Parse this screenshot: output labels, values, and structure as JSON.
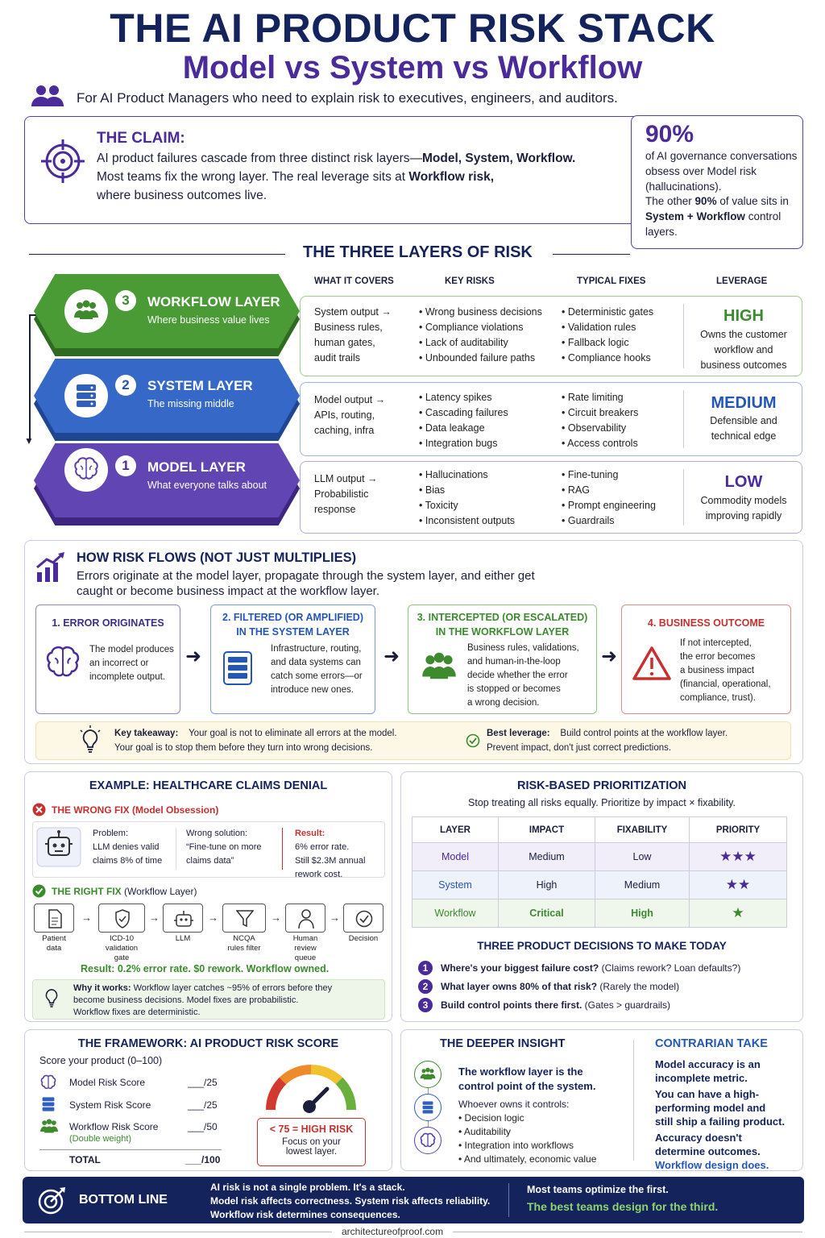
{
  "header": {
    "title": "THE AI PRODUCT RISK STACK",
    "subtitle": "Model vs System vs Workflow",
    "audience": "For AI Product Managers who need to explain risk to executives, engineers, and auditors."
  },
  "claim": {
    "label": "THE CLAIM:",
    "line1a": "AI product failures cascade from three distinct risk layers—",
    "line1b": "Model, System, Workflow.",
    "line2a": "Most teams fix the wrong layer. The real leverage sits at ",
    "line2b": "Workflow risk,",
    "line3": "where business outcomes live."
  },
  "stat": {
    "value": "90%",
    "text1": "of AI governance conversations obsess over Model risk (hallucinations).",
    "text2a": "The other ",
    "text2b": "90%",
    "text2c": " of value sits in ",
    "text2d": "System +",
    "text2e": "Workflow",
    "text2f": " control layers."
  },
  "layers_section": {
    "title": "THE THREE LAYERS OF RISK",
    "headers": [
      "WHAT IT COVERS",
      "KEY RISKS",
      "TYPICAL FIXES",
      "LEVERAGE"
    ]
  },
  "layers": [
    {
      "num": "3",
      "name": "WORKFLOW LAYER",
      "sub": "Where business value lives",
      "covers": [
        "System output →",
        "Business rules,",
        "human gates,",
        "audit trails"
      ],
      "risks": [
        "Wrong business decisions",
        "Compliance violations",
        "Lack of auditability",
        "Unbounded failure paths"
      ],
      "fixes": [
        "Deterministic gates",
        "Validation rules",
        "Fallback logic",
        "Compliance hooks"
      ],
      "leverage": "HIGH",
      "lev_text": [
        "Owns the customer",
        "workflow and",
        "business outcomes"
      ],
      "color": "#3f8a2f"
    },
    {
      "num": "2",
      "name": "SYSTEM LAYER",
      "sub": "The missing middle",
      "covers": [
        "Model output →",
        "APIs, routing,",
        "caching, infra"
      ],
      "risks": [
        "Latency spikes",
        "Cascading failures",
        "Data leakage",
        "Integration bugs"
      ],
      "fixes": [
        "Rate limiting",
        "Circuit breakers",
        "Observability",
        "Access controls"
      ],
      "leverage": "MEDIUM",
      "lev_text": [
        "Defensible and",
        "technical edge"
      ],
      "color": "#2f5fbf"
    },
    {
      "num": "1",
      "name": "MODEL LAYER",
      "sub": "What everyone talks about",
      "covers": [
        "LLM output →",
        "Probabilistic",
        "response"
      ],
      "risks": [
        "Hallucinations",
        "Bias",
        "Toxicity",
        "Inconsistent outputs"
      ],
      "fixes": [
        "Fine-tuning",
        "RAG",
        "Prompt engineering",
        "Guardrails"
      ],
      "leverage": "LOW",
      "lev_text": [
        "Commodity models",
        "improving rapidly"
      ],
      "color": "#5a3ea8"
    }
  ],
  "flow": {
    "title": "HOW RISK FLOWS (NOT JUST MULTIPLIES)",
    "desc1": "Errors originate at the model layer, propagate through the system layer, and either get",
    "desc2": "caught or become business impact at the workflow layer.",
    "steps": [
      {
        "t1": "1. ERROR ORIGINATES",
        "t2": "",
        "text": [
          "The model produces",
          "an incorrect or",
          "incomplete output."
        ]
      },
      {
        "t1": "2. FILTERED (OR AMPLIFIED)",
        "t2": "IN THE SYSTEM LAYER",
        "text": [
          "Infrastructure, routing,",
          "and data systems can",
          "catch some errors—or",
          "introduce new ones."
        ]
      },
      {
        "t1": "3. INTERCEPTED (OR ESCALATED)",
        "t2": "IN THE WORKFLOW LAYER",
        "text": [
          "Business rules, validations,",
          "and human-in-the-loop",
          "decide whether the error",
          "is stopped or becomes",
          "a wrong decision."
        ]
      },
      {
        "t1": "4. BUSINESS OUTCOME",
        "t2": "",
        "text": [
          "If not intercepted,",
          "the error becomes",
          "a business impact",
          "(financial, operational,",
          "compliance, trust)."
        ]
      }
    ],
    "takeaway_label": "Key takeaway:",
    "takeaway1": "Your goal is not to eliminate all errors at the model.",
    "takeaway2": "Your goal is to stop them before they turn into wrong decisions.",
    "best_label": "Best leverage:",
    "best1": "Build control points at the workflow layer.",
    "best2": "Prevent impact, don't just correct predictions."
  },
  "example": {
    "title": "EXAMPLE: HEALTHCARE CLAIMS DENIAL",
    "wrong_label": "THE WRONG FIX (Model Obsession)",
    "problem_label": "Problem:",
    "problem": [
      "LLM denies valid",
      "claims 8% of time"
    ],
    "wrong_label2": "Wrong solution:",
    "wrong": [
      "“Fine-tune on more",
      "claims data”"
    ],
    "result_label": "Result:",
    "result": [
      "6% error rate.",
      "Still $2.3M annual",
      "rework cost."
    ],
    "right_label": "THE RIGHT FIX",
    "right_suffix": " (Workflow Layer)",
    "pipeline": [
      [
        "Patient",
        "data"
      ],
      [
        "ICD-10",
        "validation",
        "gate"
      ],
      [
        "LLM"
      ],
      [
        "NCQA",
        "rules filter"
      ],
      [
        "Human",
        "review",
        "queue"
      ],
      [
        "Decision"
      ]
    ],
    "right_result": "Result: 0.2% error rate. $0 rework. Workflow owned.",
    "why_label": "Why it works:",
    "why": [
      "Workflow layer catches ~95% of errors before they",
      "become business decisions. Model fixes are probabilistic.",
      "Workflow fixes are deterministic."
    ]
  },
  "prioritization": {
    "title": "RISK-BASED PRIORITIZATION",
    "desc": "Stop treating all risks equally. Prioritize by impact × fixability.",
    "headers": [
      "LAYER",
      "IMPACT",
      "FIXABILITY",
      "PRIORITY"
    ],
    "rows": [
      [
        "Model",
        "Medium",
        "Low",
        "★★★"
      ],
      [
        "System",
        "High",
        "Medium",
        "★★"
      ],
      [
        "Workflow",
        "Critical",
        "High",
        "★"
      ]
    ],
    "decisions_title": "THREE PRODUCT DECISIONS TO MAKE TODAY",
    "decisions": [
      {
        "n": "1",
        "b": "Where's your biggest failure cost?",
        "r": " (Claims rework? Loan defaults?)"
      },
      {
        "n": "2",
        "b": "What layer owns 80% of that risk?",
        "r": " (Rarely the model)"
      },
      {
        "n": "3",
        "b": "Build control points there first.",
        "r": " (Gates > guardrails)"
      }
    ]
  },
  "framework": {
    "title": "THE FRAMEWORK: AI PRODUCT RISK SCORE",
    "desc": "Score your product (0–100)",
    "rows": [
      {
        "label": "Model Risk Score",
        "score": "___/25"
      },
      {
        "label": "System Risk Score",
        "score": "___/25"
      },
      {
        "label": "Workflow Risk Score",
        "score": "___/50",
        "note": "(Double weight)"
      }
    ],
    "total_label": "TOTAL",
    "total": "___/100",
    "risk_label": "< 75 = HIGH RISK",
    "risk_text": [
      "Focus on your",
      "lowest layer."
    ]
  },
  "insight": {
    "title": "THE DEEPER INSIGHT",
    "bold1": "The workflow layer is the",
    "bold2": "control point of the system.",
    "owns": "Whoever owns it controls:",
    "items": [
      "Decision logic",
      "Auditability",
      "Integration into workflows",
      "And ultimately, economic value"
    ]
  },
  "contrarian": {
    "title": "CONTRARIAN TAKE",
    "p1": [
      "Model accuracy is an",
      "incomplete metric."
    ],
    "p2": [
      "You can have a high-",
      "performing model and",
      "still ship a failing product."
    ],
    "p3": [
      "Accuracy doesn't",
      "determine outcomes."
    ],
    "p4": "Workflow design does."
  },
  "bottom": {
    "label": "BOTTOM LINE",
    "text": [
      "AI risk is not a single problem. It's a stack.",
      "Model risk affects correctness. System risk affects reliability.",
      "Workflow risk determines consequences."
    ],
    "right1": "Most teams optimize the first.",
    "right2": "The best teams design for the third."
  },
  "footer": "architectureofproof.com"
}
